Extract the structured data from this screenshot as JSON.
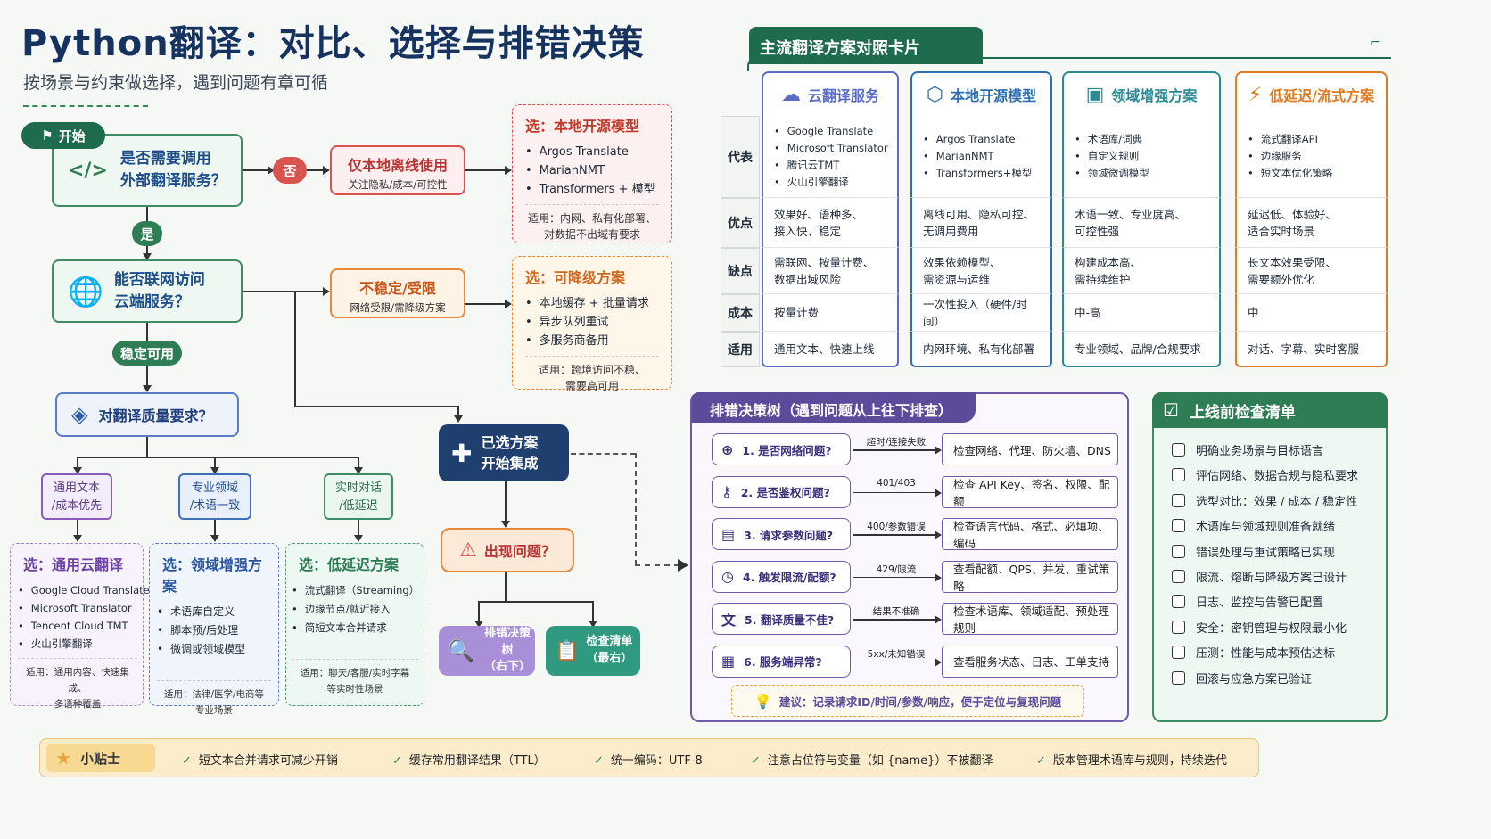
{
  "title": "Python翻译：对比、选择与排错决策",
  "subtitle": "按场景与约束做选择，遇到问题有章可循",
  "flow": {
    "start": "开始",
    "q1": "是否需要调用\n外部翻译服务？",
    "no": "否",
    "yes": "是",
    "local_only": {
      "title": "仅本地离线使用",
      "sub": "关注隐私/成本/可控性"
    },
    "pick_local": {
      "title": "选：本地开源模型",
      "items": [
        "Argos Translate",
        "MarianNMT",
        "Transformers + 模型"
      ],
      "fit": "适用：内网、私有化部署、\n对数据不出域有要求"
    },
    "q2": "能否联网访问\n云端服务？",
    "stable": "稳定可用",
    "unstable": {
      "title": "不稳定/受限",
      "sub": "网络受限/需降级方案"
    },
    "pick_fallback": {
      "title": "选：可降级方案",
      "items": [
        "本地缓存 + 批量请求",
        "异步队列重试",
        "多服务商备用"
      ],
      "fit": "适用：跨境访问不稳、\n需要高可用"
    },
    "q3": "对翻译质量要求？",
    "cats": [
      "通用文本\n/成本优先",
      "专业领域\n/术语一致",
      "实时对话\n/低延迟"
    ],
    "pick_general": {
      "title": "选：通用云翻译",
      "items": [
        "Google Cloud Translate",
        "Microsoft Translator",
        "Tencent Cloud TMT",
        "火山引擎翻译"
      ],
      "fit": "适用：通用内容、快速集成、\n多语种覆盖"
    },
    "pick_domain": {
      "title": "选：领域增强方案",
      "items": [
        "术语库自定义",
        "脚本预/后处理",
        "微调或领域模型"
      ],
      "fit": "适用：法律/医学/电商等\n专业场景"
    },
    "pick_lowlat": {
      "title": "选：低延迟方案",
      "items": [
        "流式翻译（Streaming）",
        "边缘节点/就近接入",
        "简短文本合并请求"
      ],
      "fit": "适用：聊天/客服/实时字幕\n等实时性场景"
    },
    "chosen": "已选方案\n开始集成",
    "problem": "出现问题？",
    "go_tree": "排错决策树\n（右下）",
    "go_check": "检查清单\n（最右）"
  },
  "cards": {
    "header": "主流翻译方案对照卡片",
    "row_labels": [
      "代表",
      "优点",
      "缺点",
      "成本",
      "适用"
    ],
    "columns": [
      {
        "name": "云翻译服务",
        "icon": "cloud-icon",
        "color": "#5b6bc7",
        "rep": [
          "Google Translate",
          "Microsoft Translator",
          "腾讯云TMT",
          "火山引擎翻译"
        ],
        "pros": "效果好、语种多、\n接入快、稳定",
        "cons": "需联网、按量计费、\n数据出域风险",
        "cost": "按量计费",
        "fit": "通用文本、快速上线"
      },
      {
        "name": "本地开源模型",
        "icon": "cube-icon",
        "color": "#2f6fb0",
        "rep": [
          "Argos Translate",
          "MarianNMT",
          "Transformers+模型"
        ],
        "pros": "离线可用、隐私可控、\n无调用费用",
        "cons": "效果依赖模型、\n需资源与运维",
        "cost": "一次性投入（硬件/时间）",
        "fit": "内网环境、私有化部署"
      },
      {
        "name": "领域增强方案",
        "icon": "book-icon",
        "color": "#2a8a95",
        "rep": [
          "术语库/词典",
          "自定义规则",
          "领域微调模型"
        ],
        "pros": "术语一致、专业度高、\n可控性强",
        "cons": "构建成本高、\n需持续维护",
        "cost": "中-高",
        "fit": "专业领域、品牌/合规要求"
      },
      {
        "name": "低延迟/流式方案",
        "icon": "lightning-icon",
        "color": "#e07b1f",
        "rep": [
          "流式翻译API",
          "边缘服务",
          "短文本优化策略"
        ],
        "pros": "延迟低、体验好、\n适合实时场景",
        "cons": "长文本效果受限、\n需要额外优化",
        "cost": "中",
        "fit": "对话、字幕、实时客服"
      }
    ]
  },
  "troubleshoot": {
    "header": "排错决策树（遇到问题从上往下排查）",
    "rows": [
      {
        "q": "1. 是否网络问题?",
        "icon": "globe-icon",
        "label": "超时/连接失败",
        "a": "检查网络、代理、防火墙、DNS"
      },
      {
        "q": "2. 是否鉴权问题?",
        "icon": "key-icon",
        "label": "401/403",
        "a": "检查 API Key、签名、权限、配额"
      },
      {
        "q": "3. 请求参数问题?",
        "icon": "document-icon",
        "label": "400/参数错误",
        "a": "检查语言代码、格式、必填项、编码"
      },
      {
        "q": "4. 触发限流/配额?",
        "icon": "clock-icon",
        "label": "429/限流",
        "a": "查看配额、QPS、并发、重试策略"
      },
      {
        "q": "5. 翻译质量不佳?",
        "icon": "translate-icon",
        "label": "结果不准确",
        "a": "检查术语库、领域适配、预处理规则"
      },
      {
        "q": "6. 服务端异常?",
        "icon": "server-icon",
        "label": "5xx/未知错误",
        "a": "查看服务状态、日志、工单支持"
      }
    ],
    "tip": "建议：记录请求ID/时间/参数/响应，便于定位与复现问题"
  },
  "checklist": {
    "header": "上线前检查清单",
    "items": [
      "明确业务场景与目标语言",
      "评估网络、数据合规与隐私要求",
      "选型对比：效果 / 成本 / 稳定性",
      "术语库与领域规则准备就绪",
      "错误处理与重试策略已实现",
      "限流、熔断与降级方案已设计",
      "日志、监控与告警已配置",
      "安全：密钥管理与权限最小化",
      "压测：性能与成本预估达标",
      "回滚与应急方案已验证"
    ]
  },
  "tips": {
    "label": "小贴士",
    "items": [
      "短文本合并请求可减少开销",
      "缓存常用翻译结果（TTL）",
      "统一编码：UTF-8",
      "注意占位符与变量（如 {name}）不被翻译",
      "版本管理术语库与规则，持续迭代"
    ]
  },
  "colors": {
    "green": "#2f7d55",
    "navy": "#16335f",
    "purple": "#5c4a9b",
    "red": "#d9534f",
    "orange": "#e8893a"
  }
}
